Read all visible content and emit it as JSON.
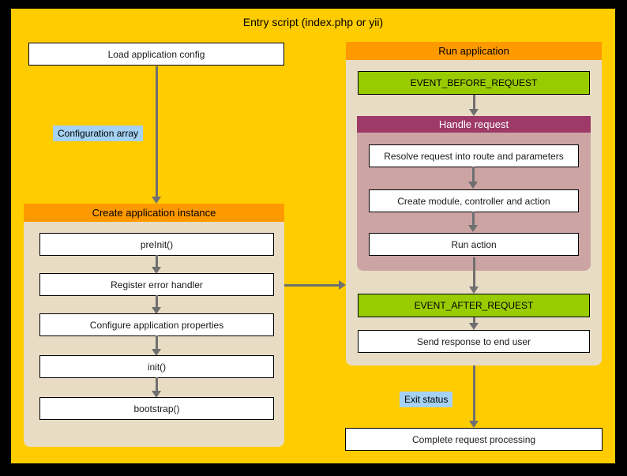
{
  "diagram": {
    "title": "Entry script (index.php or yii)",
    "left": {
      "load_config": "Load application config",
      "config_array_label": "Configuration array",
      "create_app": {
        "header": "Create application instance",
        "steps": [
          "preInit()",
          "Register error handler",
          "Configure application properties",
          "init()",
          "bootstrap()"
        ]
      }
    },
    "right": {
      "run_app": {
        "header": "Run application",
        "event_before": "EVENT_BEFORE_REQUEST",
        "handle_request": {
          "header": "Handle request",
          "steps": [
            "Resolve request into route and parameters",
            "Create module, controller and action",
            "Run action"
          ]
        },
        "event_after": "EVENT_AFTER_REQUEST",
        "send_response": "Send response to end user"
      },
      "exit_status_label": "Exit status",
      "complete": "Complete request processing"
    },
    "colors": {
      "background": "#000000",
      "canvas": "#FFCC00",
      "header_orange": "#FF9900",
      "panel_beige": "#E8DCC4",
      "event_green": "#99CC00",
      "handle_header": "#9E3A68",
      "handle_body": "#CCA4A4",
      "label_blue": "#A5D1F2",
      "arrow_gray": "#6F6F6F",
      "box_white": "#FFFFFF"
    }
  }
}
